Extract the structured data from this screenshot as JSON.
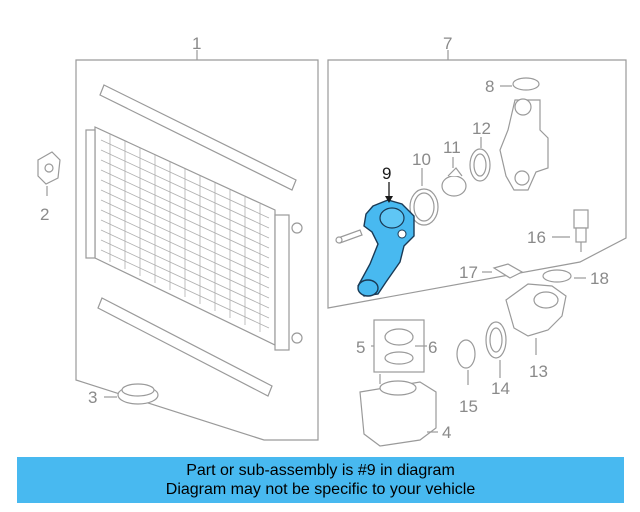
{
  "diagram": {
    "callouts": {
      "c1": "1",
      "c2": "2",
      "c3": "3",
      "c4": "4",
      "c5": "5",
      "c6": "6",
      "c7": "7",
      "c8": "8",
      "c9": "9",
      "c10": "10",
      "c11": "11",
      "c12": "12",
      "c13": "13",
      "c14": "14",
      "c15": "15",
      "c16": "16",
      "c17": "17",
      "c18": "18"
    },
    "highlighted_part": "9",
    "highlight_color": "#48b9f0",
    "line_color": "#9a9a9a"
  },
  "caption": {
    "line1": "Part or sub-assembly is #9 in diagram",
    "line2": "Diagram may not be specific to your vehicle",
    "background": "#48b9f0"
  }
}
